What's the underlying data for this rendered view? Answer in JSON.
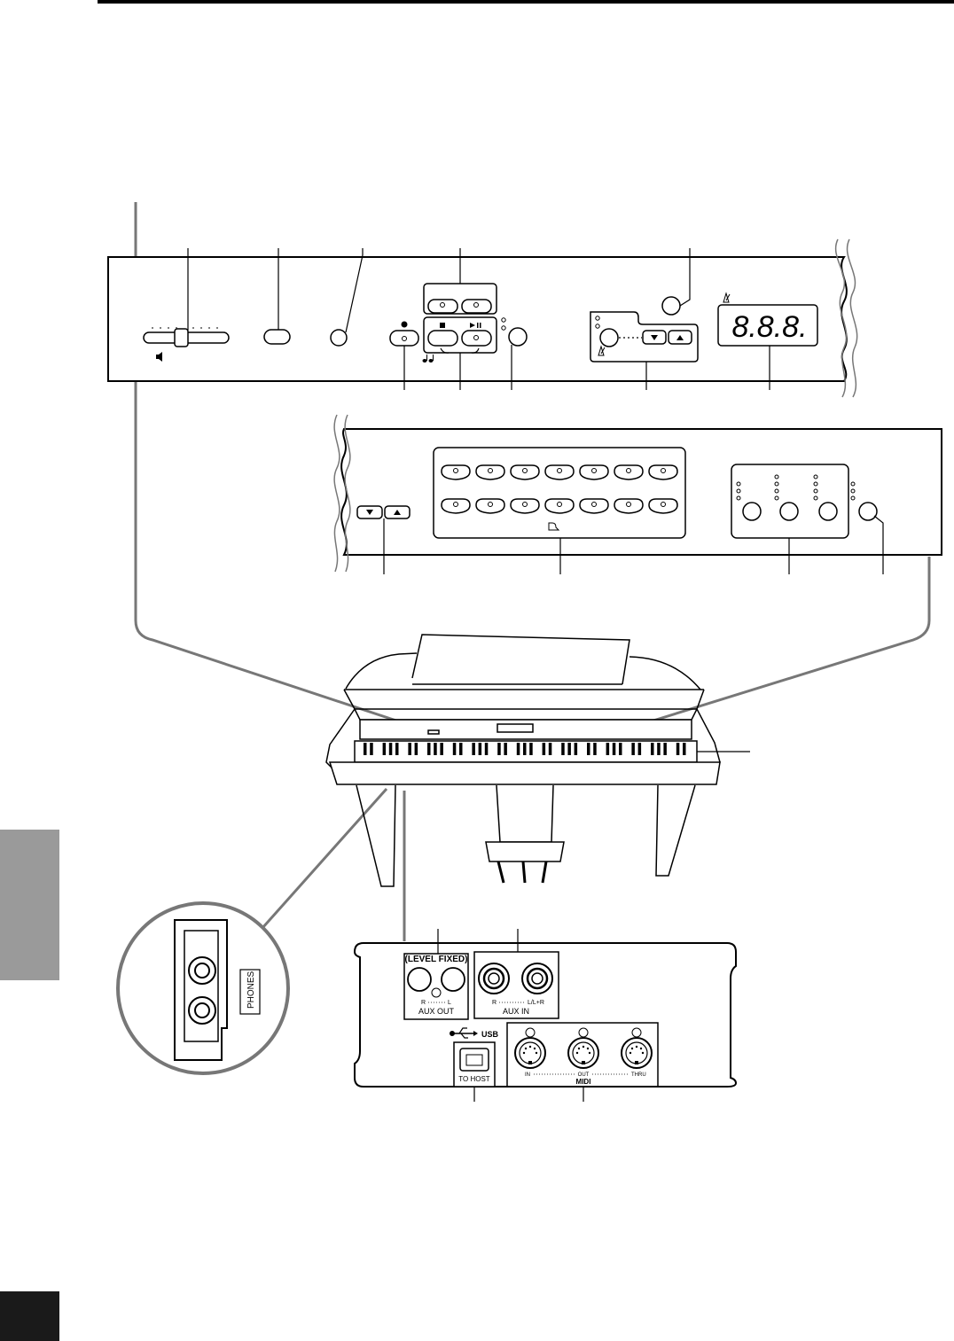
{
  "display": {
    "digits": "8.8.8."
  },
  "rear_panel": {
    "level_fixed": "(LEVEL FIXED)",
    "aux_out": "AUX  OUT",
    "aux_out_r": "R",
    "aux_out_l": "L",
    "aux_in": "AUX  IN",
    "aux_in_r": "R",
    "aux_in_llr": "L/L+R",
    "usb": "USB",
    "to_host": "TO HOST",
    "midi": "MIDI",
    "midi_in": "IN",
    "midi_out": "OUT",
    "midi_thru": "THRU"
  },
  "phones_label": "PHONES",
  "icons": [
    "speaker-icon",
    "metronome-icon",
    "note-icon",
    "piano-icon",
    "record-icon",
    "stop-icon",
    "play-pause-icon",
    "down-arrow-icon",
    "up-arrow-icon",
    "usb-icon"
  ],
  "colors": {
    "line": "#000000",
    "tab": "#9a9a9a",
    "callout": "#777777"
  }
}
